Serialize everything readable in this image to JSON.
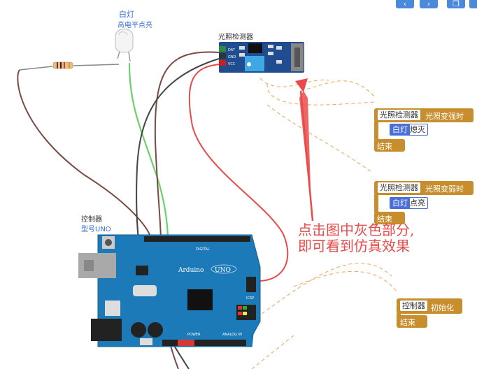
{
  "toolbar": {
    "prev_icon": "chevron-left-icon",
    "next_icon": "chevron-right-icon",
    "copy_icon": "copy-icon"
  },
  "components": {
    "led_name": "白灯",
    "led_desc": "高电平点亮",
    "sensor_name": "光照检测器",
    "sensor_pins": [
      "DAT",
      "GND",
      "VCC"
    ],
    "controller_name": "控制器",
    "controller_model": "型号UNO",
    "board_brand": "Arduino",
    "board_model": "UNO",
    "board_digital": "DIGITAL",
    "board_power": "POWER",
    "board_analog": "ANALOG IN",
    "board_icsp": "ICSP"
  },
  "blocks": {
    "block1": {
      "device": "光照检测器",
      "event": "光照变强时",
      "target": "白灯",
      "action": "熄灭",
      "end": "结束"
    },
    "block2": {
      "device": "光照检测器",
      "event": "光照变弱时",
      "target": "白灯",
      "action": "点亮",
      "end": "结束"
    },
    "block3": {
      "device": "控制器",
      "event": "初始化",
      "end": "结束"
    }
  },
  "annotation": {
    "line1": "点击图中灰色部分,",
    "line2": "即可看到仿真效果"
  },
  "colors": {
    "block": "#c88d2c",
    "board": "#1c7ab8",
    "annotation": "#ea4a4a",
    "wire_green": "#69d36a",
    "wire_brown": "#7a4a44",
    "wire_gray": "#444444",
    "wire_red": "#e8494b"
  }
}
